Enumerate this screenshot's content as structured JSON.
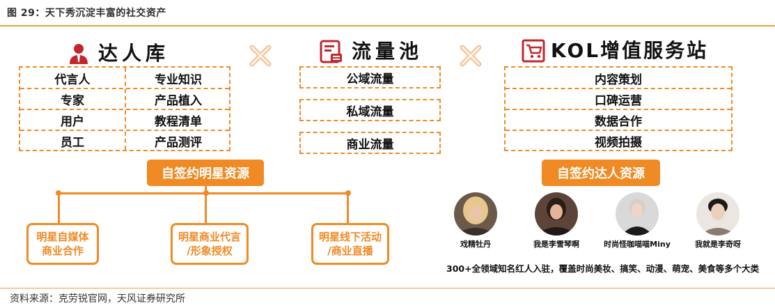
{
  "figure": {
    "title": "图 29：天下秀沉淀丰富的社交资产",
    "source": "资料来源：克劳锐官网，天风证券研究所"
  },
  "talent_pool": {
    "title": "达人库",
    "icon": "person-icon",
    "rows": [
      [
        "代言人",
        "专业知识"
      ],
      [
        "专家",
        "产品植入"
      ],
      [
        "用户",
        "教程清单"
      ],
      [
        "员工",
        "产品测评"
      ]
    ],
    "resource_button": "自签约明星资源",
    "branches": [
      [
        "明星自媒体",
        "商业合作"
      ],
      [
        "明星商业代言",
        "/形象授权"
      ],
      [
        "明星线下活动",
        "/商业直播"
      ]
    ]
  },
  "traffic_pool": {
    "title": "流量池",
    "icon": "document-icon",
    "items": [
      "公域流量",
      "私域流量",
      "商业流量"
    ]
  },
  "kol_station": {
    "title": "KOL增值服务站",
    "icon": "cart-icon",
    "items": [
      "内容策划",
      "口碑运营",
      "数据合作",
      "视频拍摄"
    ],
    "resource_button": "自签约达人资源",
    "influencers": [
      "戏精牡丹",
      "我是李雪琴啊",
      "时尚怪咖喵喵Miny",
      "我就是李奇呀"
    ],
    "footnote": "300+全领域知名红人入驻，覆盖时尚美妆、搞笑、动漫、萌宠、美食等多个大类"
  },
  "colors": {
    "accent": "#f08a24",
    "icon_red": "#c0272d",
    "cross": "#f6c79a"
  }
}
